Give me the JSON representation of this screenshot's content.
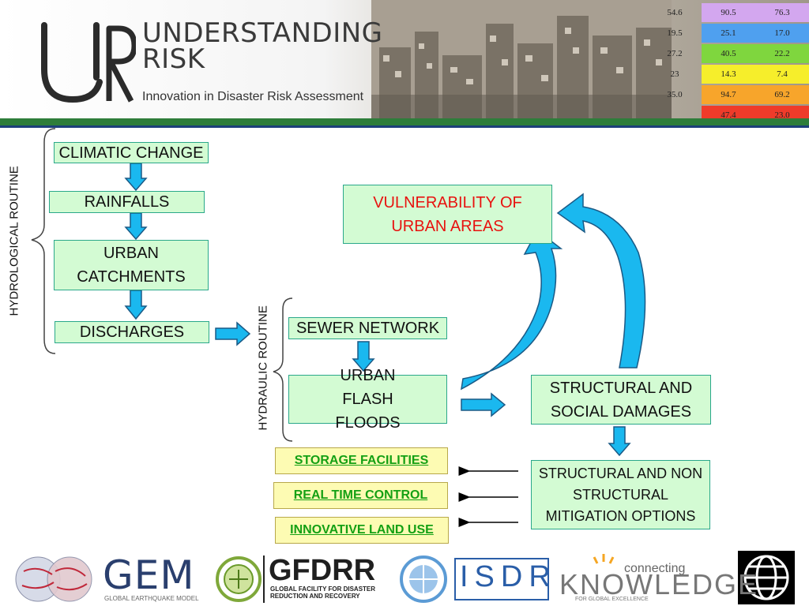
{
  "header": {
    "brand_line1": "UNDERSTANDING",
    "brand_line2": "RISK",
    "tagline": "Innovation in Disaster Risk Assessment",
    "table_rows": [
      [
        "54.6",
        "90.5",
        "76.3"
      ],
      [
        "19.5",
        "25.1",
        "17.0"
      ],
      [
        "27.2",
        "40.5",
        "22.2"
      ],
      [
        "23",
        "14.3",
        "7.4"
      ],
      [
        "35.0",
        "94.7",
        "69.2"
      ],
      [
        "",
        "47.4",
        "23.0"
      ]
    ],
    "table_colors": [
      "#d3a7ef",
      "#4fa0ef",
      "#7fd63e",
      "#f6ee2b",
      "#f7a52b",
      "#ef3b2a"
    ],
    "brand_green": "#2e7d3a"
  },
  "diagram": {
    "hydrological_label": "HYDROLOGICAL ROUTINE",
    "hydraulic_label": "HYDRAULIC ROUTINE",
    "climatic_change": "CLIMATIC CHANGE",
    "rainfalls": "RAINFALLS",
    "urban_catchments": "URBAN CATCHMENTS",
    "discharges": "DISCHARGES",
    "sewer_network": "SEWER NETWORK",
    "urban_flash_floods": "URBAN FLASH FLOODS",
    "structural_social_damages": "STRUCTURAL AND SOCIAL DAMAGES",
    "vulnerability": "VULNERABILITY OF URBAN AREAS",
    "mitigation_options": "STRUCTURAL AND NON STRUCTURAL MITIGATION OPTIONS",
    "storage_facilities": "STORAGE FACILITIES",
    "real_time_control": "REAL TIME CONTROL",
    "innovative_land_use": "INNOVATIVE LAND USE",
    "arrow_color": "#1ab8ef",
    "box_fill": "#d3fbd3",
    "option_fill": "#fdfbb3",
    "vulnerability_text_color": "#e8120f"
  },
  "footer": {
    "gem": "GEM",
    "gem_sub": "GLOBAL EARTHQUAKE MODEL",
    "gfdrr": "GFDRR",
    "gfdrr_sub": "GLOBAL FACILITY FOR DISASTER REDUCTION AND RECOVERY",
    "isdr": "ISDR",
    "ck_small": "connecting",
    "ck_big": "KNOWLEDGE",
    "ck_sub": "FOR GLOBAL EXCELLENCE",
    "icons": [
      "globe-map-icon",
      "globe-leaf-icon",
      "un-emblem-icon",
      "world-bank-globe-icon"
    ]
  }
}
